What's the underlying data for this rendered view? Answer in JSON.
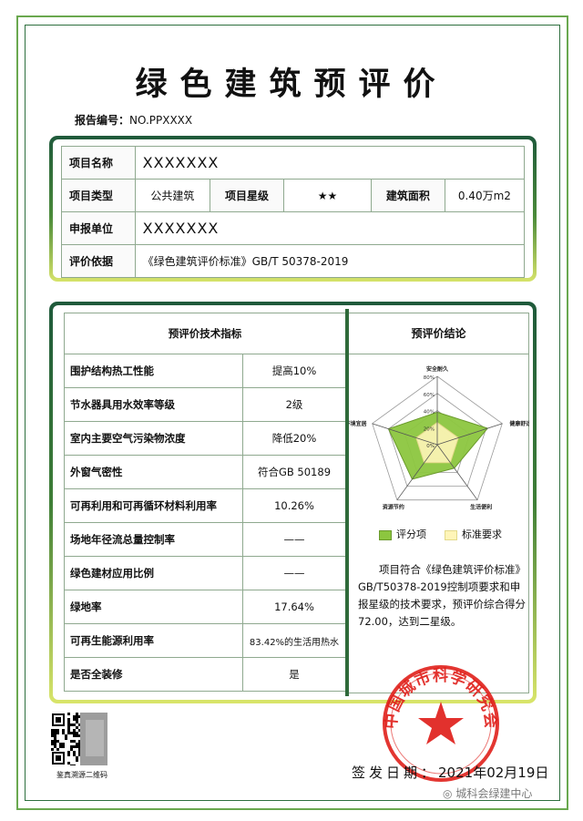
{
  "title": "绿色建筑预评价",
  "report": {
    "label": "报告编号：",
    "number": "NO.PPXXXX"
  },
  "project": {
    "name_label": "项目名称",
    "name_value": "XXXXXXX",
    "type_label": "项目类型",
    "type_value": "公共建筑",
    "star_label": "项目星级",
    "star_value": "★★",
    "area_label": "建筑面积",
    "area_value": "0.40万m2",
    "unit_label": "申报单位",
    "unit_value": "XXXXXXX",
    "basis_label": "评价依据",
    "basis_value": "《绿色建筑评价标准》GB/T 50378-2019"
  },
  "tech": {
    "header": "预评价技术指标",
    "rows": [
      {
        "name": "围护结构热工性能",
        "value": "提高10%"
      },
      {
        "name": "节水器具用水效率等级",
        "value": "2级"
      },
      {
        "name": "室内主要空气污染物浓度",
        "value": "降低20%"
      },
      {
        "name": "外窗气密性",
        "value": "符合GB 50189"
      },
      {
        "name": "可再利用和可再循环材料利用率",
        "value": "10.26%"
      },
      {
        "name": "场地年径流总量控制率",
        "value": "——"
      },
      {
        "name": "绿色建材应用比例",
        "value": "——"
      },
      {
        "name": "绿地率",
        "value": "17.64%"
      },
      {
        "name": "可再生能源利用率",
        "value": "83.42%的生活用热水"
      },
      {
        "name": "是否全装修",
        "value": "是"
      }
    ]
  },
  "conclusion": {
    "header": "预评价结论",
    "text": "项目符合《绿色建筑评价标准》GB/T50378-2019控制项要求和申报星级的技术要求，预评价综合得分72.00，达到二星级。"
  },
  "chart_data": {
    "type": "radar",
    "axes": [
      "安全耐久",
      "健康舒适",
      "生活便利",
      "资源节约",
      "环境宜居"
    ],
    "ticks": [
      "0%",
      "20%",
      "40%",
      "60%",
      "80%"
    ],
    "rlim": [
      0,
      80
    ],
    "series": [
      {
        "name": "评分项",
        "values": [
          38,
          62,
          34,
          50,
          60
        ],
        "color": "#8cc63f"
      },
      {
        "name": "标准要求",
        "values": [
          26,
          26,
          26,
          26,
          26
        ],
        "color": "#fff5b8"
      }
    ]
  },
  "stamp": {
    "text": "中国城市科学研究会"
  },
  "qr": {
    "caption": "鉴真溯源二维码"
  },
  "issue": {
    "label": "签发日期：",
    "date": "2021年02月19日"
  },
  "watermark": {
    "text": "城科会绿建中心"
  },
  "colors": {
    "dark_green": "#1f5a3b",
    "light_green": "#d6e36a",
    "stamp_red": "#e0201b"
  }
}
